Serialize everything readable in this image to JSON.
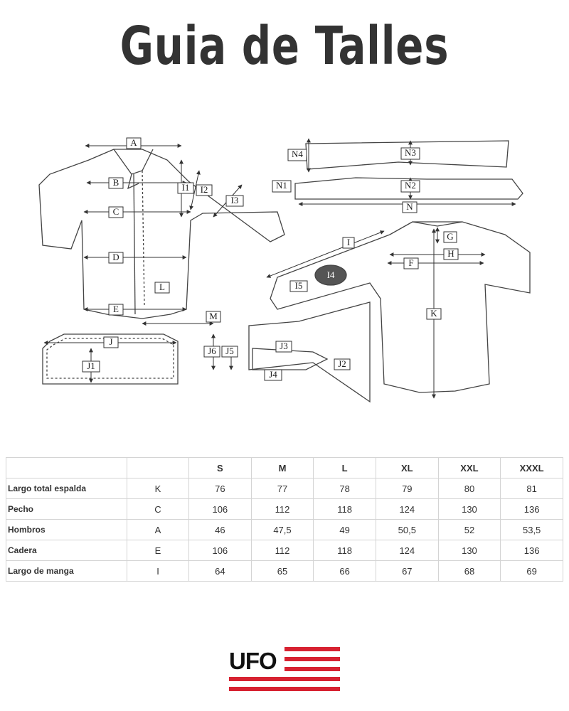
{
  "page": {
    "title": "Guia de Talles"
  },
  "diagram": {
    "labels": {
      "A": "A",
      "B": "B",
      "C": "C",
      "D": "D",
      "E": "E",
      "F": "F",
      "G": "G",
      "H": "H",
      "I": "I",
      "I1": "I1",
      "I2": "I2",
      "I3": "I3",
      "I4": "I4",
      "I5": "I5",
      "J": "J",
      "J1": "J1",
      "J2": "J2",
      "J3": "J3",
      "J4": "J4",
      "J5": "J5",
      "J6": "J6",
      "K": "K",
      "L": "L",
      "M": "M",
      "N": "N",
      "N1": "N1",
      "N2": "N2",
      "N3": "N3",
      "N4": "N4"
    }
  },
  "table": {
    "headers": [
      "",
      "",
      "S",
      "M",
      "L",
      "XL",
      "XXL",
      "XXXL"
    ],
    "rows": [
      {
        "name": "Largo total espalda",
        "code": "K",
        "values": [
          "76",
          "77",
          "78",
          "79",
          "80",
          "81"
        ]
      },
      {
        "name": "Pecho",
        "code": "C",
        "values": [
          "106",
          "112",
          "118",
          "124",
          "130",
          "136"
        ]
      },
      {
        "name": "Hombros",
        "code": "A",
        "values": [
          "46",
          "47,5",
          "49",
          "50,5",
          "52",
          "53,5"
        ]
      },
      {
        "name": "Cadera",
        "code": "E",
        "values": [
          "106",
          "112",
          "118",
          "124",
          "130",
          "136"
        ]
      },
      {
        "name": "Largo de manga",
        "code": "I",
        "values": [
          "64",
          "65",
          "66",
          "67",
          "68",
          "69"
        ]
      }
    ]
  },
  "brand": {
    "logo_text": "UFO",
    "accent_color": "#d72231"
  }
}
